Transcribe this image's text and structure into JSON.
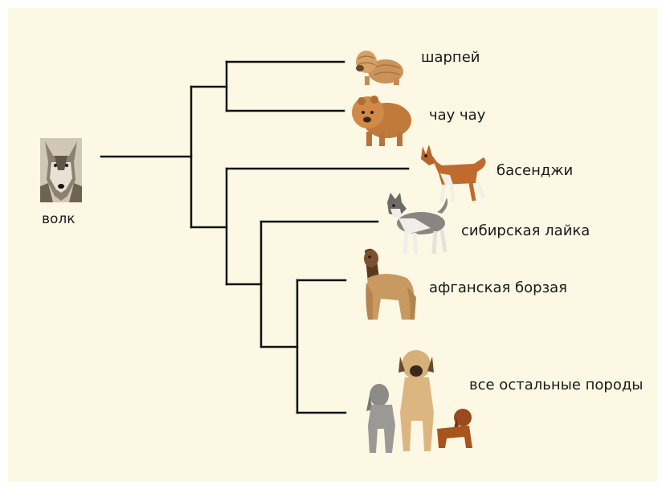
{
  "root": {
    "label": "волк"
  },
  "leaves": [
    {
      "key": "sharpei",
      "label": "шарпей"
    },
    {
      "key": "chowchow",
      "label": "чау чау"
    },
    {
      "key": "basenji",
      "label": "басенджи"
    },
    {
      "key": "husky",
      "label": "сибирская лайка"
    },
    {
      "key": "afghan",
      "label": "афганская борзая"
    },
    {
      "key": "others",
      "label": "все остальные породы"
    }
  ],
  "colors": {
    "background": "#fdf8e4",
    "line": "#111111",
    "text": "#1a1a1a"
  }
}
